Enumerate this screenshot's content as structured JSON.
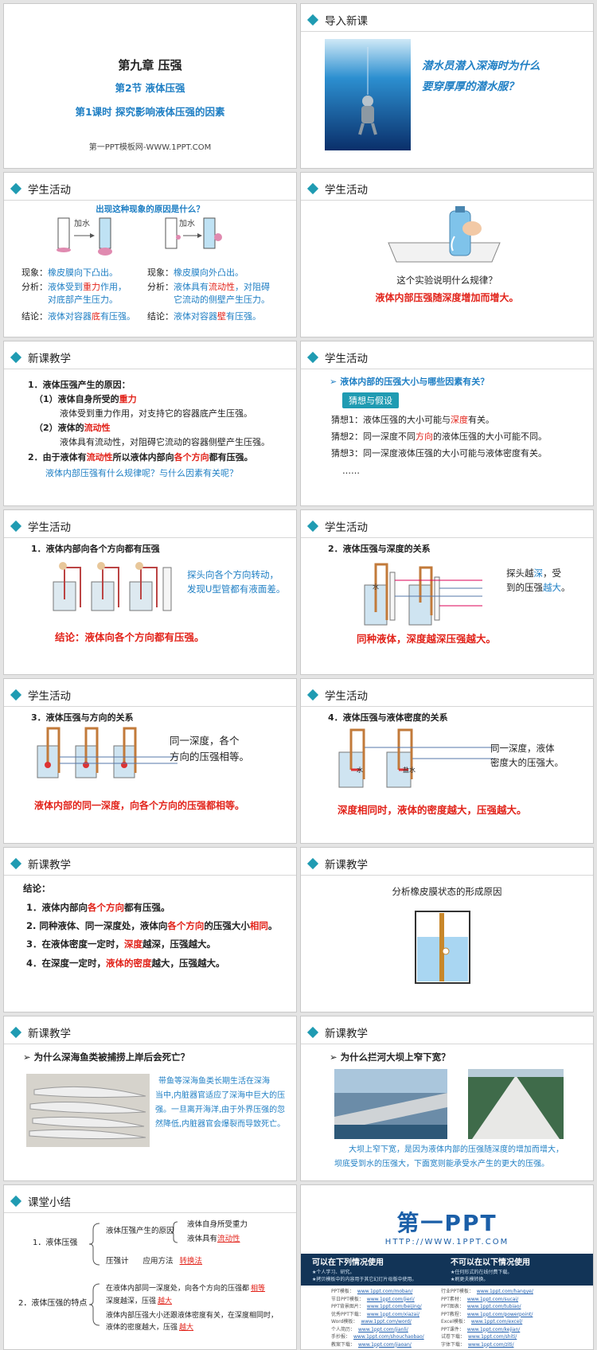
{
  "s1": {
    "chapter": "第九章 压强",
    "section": "第2节 液体压强",
    "lesson": "第1课时 探究影响液体压强的因素",
    "site": "第一PPT模板网-WWW.1PPT.COM"
  },
  "s2": {
    "header": "导入新课",
    "q1": "潜水员潜入深海时为什么",
    "q2": "要穿厚厚的潜水服？"
  },
  "s3": {
    "header": "学生活动",
    "question": "出现这种现象的原因是什么？",
    "add_water": "加水",
    "left": {
      "p1": "现象：",
      "p1v": "橡皮膜向下凸出。",
      "a1": "分析：",
      "a1v1": "液体受到",
      "a1r": "重力",
      "a1v2": "作用，",
      "a2": "对底部产生压力。",
      "c1": "结论：",
      "c1v1": "液体对容器",
      "c1r": "底",
      "c1v2": "有压强。"
    },
    "right": {
      "p1": "现象：",
      "p1v": "橡皮膜向外凸出。",
      "a1": "分析：",
      "a1v1": "液体具有",
      "a1r": "流动性",
      "a1v2": "，对阻碍",
      "a2": "它流动的侧壁产生压力。",
      "c1": "结论：",
      "c1v1": "液体对容器",
      "c1r": "壁",
      "c1v2": "有压强。"
    }
  },
  "s4": {
    "header": "学生活动",
    "q": "这个实验说明什么规律？",
    "a": "液体内部压强随深度增加而增大。"
  },
  "s5": {
    "header": "新课教学",
    "l1": "1．液体压强产生的原因：",
    "l2a": "（1）液体自身所受的",
    "l2r": "重力",
    "l3": "液体受到重力作用，对支持它的容器底产生压强。",
    "l4a": "（2）液体的",
    "l4r": "流动性",
    "l5": "液体具有流动性，对阻碍它流动的容器侧壁产生压强。",
    "l6a": "2．由于液体有",
    "l6r1": "流动性",
    "l6b": "所以液体内部向",
    "l6r2": "各个方向",
    "l6c": "都有压强。",
    "l7": "液体内部压强有什么规律呢？与什么因素有关呢？"
  },
  "s6": {
    "header": "学生活动",
    "q": "液体内部的压强大小与哪些因素有关？",
    "tag": "猜想与假设",
    "g1a": "猜想1：液体压强的大小可能与",
    "g1r": "深度",
    "g1b": "有关。",
    "g2a": "猜想2：同一深度不同",
    "g2r": "方向",
    "g2b": "的液体压强的大小可能不同。",
    "g3": "猜想3：同一深度液体压强的大小可能与液体密度有关。",
    "g4": "……"
  },
  "s7": {
    "header": "学生活动",
    "title": "1．液体内部向各个方向都有压强",
    "note1": "探头向各个方向转动，",
    "note2": "发现U型管都有液面差。",
    "concl": "结论：液体向各个方向都有压强。"
  },
  "s8": {
    "header": "学生活动",
    "title": "2．液体压强与深度的关系",
    "n1a": "探头越",
    "n1b": "深",
    "n1c": "，受",
    "n2a": "到的压强",
    "n2b": "越大",
    "n2c": "。",
    "concl": "同种液体，深度越深压强越大。",
    "water": "水"
  },
  "s9": {
    "header": "学生活动",
    "title": "3．液体压强与方向的关系",
    "n1": "同一深度，各个",
    "n2": "方向的压强相等。",
    "concl": "液体内部的同一深度，向各个方向的压强都相等。"
  },
  "s10": {
    "header": "学生活动",
    "title": "4．液体压强与液体密度的关系",
    "n1": "同一深度，液体",
    "n2": "密度大的压强大。",
    "concl": "深度相同时，液体的密度越大，压强越大。",
    "l1": "水",
    "l2": "盐水"
  },
  "s11": {
    "header": "新课教学",
    "t": "结论：",
    "r1a": "1．液体内部向",
    "r1r": "各个方向",
    "r1b": "都有压强。",
    "r2a": "2. 同种液体、同一深度处，液体向",
    "r2r1": "各个方向",
    "r2b": "的压强大小",
    "r2r2": "相同",
    "r2c": "。",
    "r3a": "3．在液体密度一定时，",
    "r3r": "深度",
    "r3b": "越深，压强越大。",
    "r4a": "4．在深度一定时，",
    "r4r": "液体的密度",
    "r4b": "越大，压强越大。"
  },
  "s12": {
    "header": "新课教学",
    "t": "分析橡皮膜状态的形成原因"
  },
  "s13": {
    "header": "新课教学",
    "q": "为什么深海鱼类被捕捞上岸后会死亡？",
    "p1": "带鱼等深海鱼类长期生活在深海",
    "p2": "当中,内脏器官适应了深海中巨大的压",
    "p3": "强。一旦离开海洋,由于外界压强的忽",
    "p4": "然降低,内脏器官会爆裂而导致死亡。"
  },
  "s14": {
    "header": "新课教学",
    "q": "为什么拦河大坝上窄下宽？",
    "p1": "大坝上窄下宽，是因为液体内部的压强随深度的增加而增大，",
    "p2": "坝底受到水的压强大，下面宽则能承受水产生的更大的压强。"
  },
  "s15": {
    "header": "课堂小结",
    "k1": "1．液体压强",
    "k1a": "液体压强产生的原因",
    "k1a1": "液体自身所受重力",
    "k1a2a": "液体具有",
    "k1a2r": "流动性",
    "k1b": "压强计",
    "k1c": "应用方法",
    "k1d": "转换法",
    "k2": "2．液体压强的特点",
    "k2a": "在液体内部同一深度处，向各个方向的压强都",
    "k2ar": "相等",
    "k2b": "深度越深，压强",
    "k2br": "越大",
    "k2c": "液体内部压强大小还跟液体密度有关，在深度相同时，",
    "k2d": "液体的密度越大，压强",
    "k2dr": "越大"
  },
  "s16": {
    "logo": "第一PPT",
    "url": "HTTP://WWW.1PPT.COM",
    "left_title": "可以在下列情况使用",
    "left_l1": "★个人学习、研究。",
    "left_l2": "★拷贝模板中的内容用于其它幻灯片母版中使用。",
    "right_title": "不可以在以下情况使用",
    "right_l1": "★任何形式的在线付费下载。",
    "right_l2": "★刷更夫模转换。",
    "links_left": [
      [
        "PPT模板：",
        "www.1ppt.com/moban/"
      ],
      [
        "节日PPT模板：",
        "www.1ppt.com/jieri/"
      ],
      [
        "PPT背景图片：",
        "www.1ppt.com/beijing/"
      ],
      [
        "优秀PPT下载：",
        "www.1ppt.com/xiazai/"
      ],
      [
        "Word模板：",
        "www.1ppt.com/word/"
      ],
      [
        "个人简历：",
        "www.1ppt.com/jianli/"
      ],
      [
        "手抄报：",
        "www.1ppt.com/shouchaobao/"
      ],
      [
        "教案下载：",
        "www.1ppt.com/jiaoan/"
      ]
    ],
    "links_right": [
      [
        "行业PPT模板：",
        "www.1ppt.com/hangye/"
      ],
      [
        "PPT素材：",
        "www.1ppt.com/sucai/"
      ],
      [
        "PPT图表：",
        "www.1ppt.com/tubiao/"
      ],
      [
        "PPT教程：",
        "www.1ppt.com/powerpoint/"
      ],
      [
        "Excel模板：",
        "www.1ppt.com/excel/"
      ],
      [
        "PPT课件：",
        "www.1ppt.com/kejian/"
      ],
      [
        "试卷下载：",
        "www.1ppt.com/shiti/"
      ],
      [
        "字体下载：",
        "www.1ppt.com/ziti/"
      ]
    ]
  },
  "colors": {
    "teal": "#1f9bb2",
    "blue": "#1f7fc4",
    "red": "#e2231a"
  }
}
